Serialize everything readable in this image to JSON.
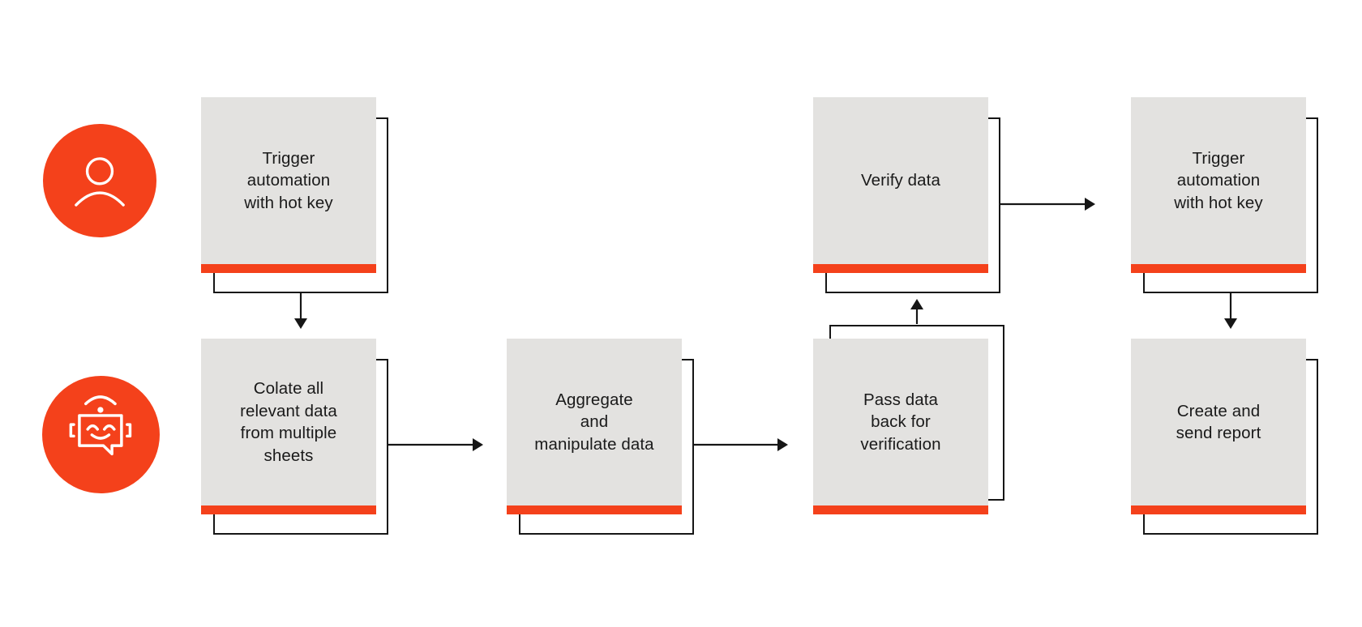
{
  "diagram": {
    "type": "flowchart",
    "background": "#FFFFFF",
    "colors": {
      "accent_orange": "#F4411B",
      "box_fill": "#E3E2E0",
      "line_color": "#161616",
      "text_color": "#1A1A1A"
    },
    "actors": [
      {
        "id": "user",
        "icon": "person-icon",
        "shape": "orange-circle"
      },
      {
        "id": "assistant-bot",
        "icon": "robot-chat-icon",
        "shape": "orange-circle"
      }
    ],
    "nodes": [
      {
        "id": "trigger-automation-1",
        "label": "Trigger\nautomation\nwith hot key",
        "row": "top"
      },
      {
        "id": "colate-data",
        "label": "Colate all\nrelevant data\nfrom multiple\nsheets",
        "row": "bottom"
      },
      {
        "id": "aggregate-data",
        "label": "Aggregate\nand\nmanipulate data",
        "row": "bottom"
      },
      {
        "id": "pass-data-back",
        "label": "Pass data\nback for\nverification",
        "row": "bottom"
      },
      {
        "id": "verify-data",
        "label": "Verify data",
        "row": "top"
      },
      {
        "id": "trigger-automation-2",
        "label": "Trigger\nautomation\nwith hot key",
        "row": "top"
      },
      {
        "id": "create-send-report",
        "label": "Create and\nsend report",
        "row": "bottom"
      }
    ],
    "edges": [
      {
        "from": "trigger-automation-1",
        "to": "colate-data",
        "direction": "down"
      },
      {
        "from": "colate-data",
        "to": "aggregate-data",
        "direction": "right"
      },
      {
        "from": "aggregate-data",
        "to": "pass-data-back",
        "direction": "right"
      },
      {
        "from": "pass-data-back",
        "to": "verify-data",
        "direction": "up"
      },
      {
        "from": "verify-data",
        "to": "trigger-automation-2",
        "direction": "right"
      },
      {
        "from": "trigger-automation-2",
        "to": "create-send-report",
        "direction": "down"
      }
    ]
  },
  "nodes": [
    {
      "label": "Trigger\nautomation\nwith hot key"
    },
    {
      "label": "Colate all\nrelevant data\nfrom multiple\nsheets"
    },
    {
      "label": "Aggregate\nand\nmanipulate data"
    },
    {
      "label": "Pass data\nback for\nverification"
    },
    {
      "label": "Verify data"
    },
    {
      "label": "Trigger\nautomation\nwith hot key"
    },
    {
      "label": "Create and\nsend report"
    }
  ]
}
